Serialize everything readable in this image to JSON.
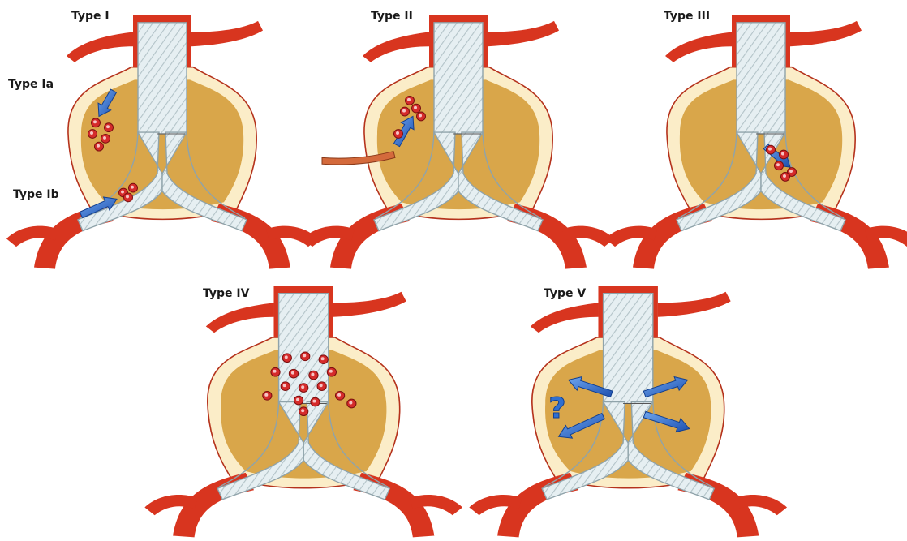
{
  "panels": [
    {
      "id": "type-i",
      "label": "Type I",
      "variant": "I",
      "sublabels": [
        "Type Ia",
        "Type Ib"
      ]
    },
    {
      "id": "type-ii",
      "label": "Type II",
      "variant": "II"
    },
    {
      "id": "type-iii",
      "label": "Type III",
      "variant": "III"
    },
    {
      "id": "type-iv",
      "label": "Type IV",
      "variant": "IV"
    },
    {
      "id": "type-v",
      "label": "Type V",
      "variant": "V",
      "symbol": "?"
    }
  ],
  "colors": {
    "artery": "#d8351f",
    "artery_dark": "#a5200f",
    "sac_outer": "#fbedc8",
    "sac_inner": "#d9a64a",
    "sac_edge": "#b5321c",
    "graft": "#e4eef1",
    "graft_stroke": "#8fa3aa",
    "graft_hatch": "#b8c7cc",
    "leak": "#d52b2b",
    "arrow": "#2f6fd0",
    "arrow_dark": "#123f8f",
    "catheter": "#d46a3c"
  }
}
